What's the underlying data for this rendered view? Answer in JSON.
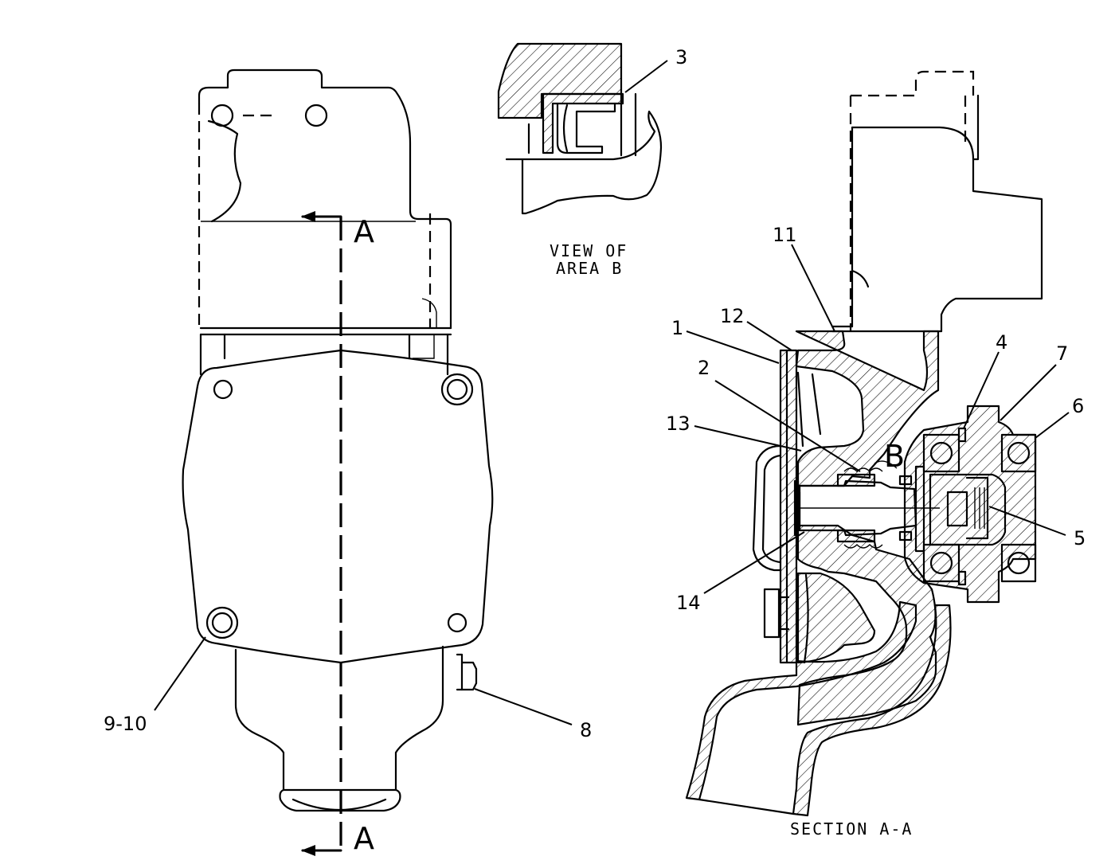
{
  "callouts": {
    "c1": "1",
    "c2": "2",
    "c3": "3",
    "c4": "4",
    "c5": "5",
    "c6": "6",
    "c7": "7",
    "c8": "8",
    "c9_10": "9-10",
    "c11": "11",
    "c12": "12",
    "c13": "13",
    "c14": "14"
  },
  "section_marker": {
    "top": "A",
    "bottom": "A"
  },
  "detail_marker": "B",
  "captions": {
    "view_line1": "VIEW OF",
    "view_line2": "AREA B",
    "section": "SECTION A-A"
  }
}
